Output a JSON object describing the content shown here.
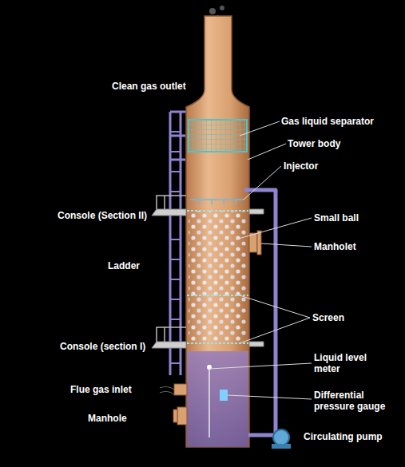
{
  "diagram": {
    "labels": [
      "Clean gas outlet",
      "Gas liquid separator",
      "Tower body",
      "Injector",
      "Console (Section II)",
      "Small ball",
      "Manholet",
      "Ladder",
      "Screen",
      "Console (section I)",
      "Liquid level meter",
      "Flue gas inlet",
      "Differential pressure gauge",
      "Manhole",
      "Circulating pump"
    ]
  }
}
